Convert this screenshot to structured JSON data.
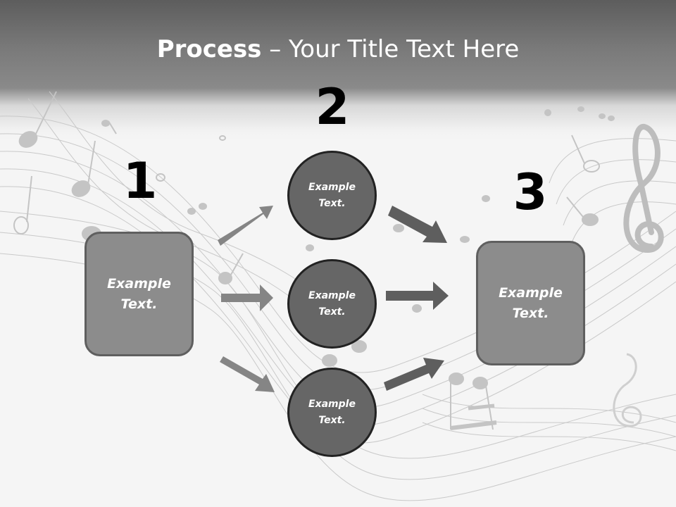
{
  "slide": {
    "title_bold": "Process",
    "title_rest": " – Your Title Text Here",
    "steps": [
      "1",
      "2",
      "3"
    ],
    "left_box": {
      "line1": "Example",
      "line2": "Text."
    },
    "circles": [
      {
        "line1": "Example",
        "line2": "Text."
      },
      {
        "line1": "Example",
        "line2": "Text."
      },
      {
        "line1": "Example",
        "line2": "Text."
      }
    ],
    "right_box": {
      "line1": "Example",
      "line2": "Text."
    }
  },
  "colors": {
    "header_dark": "#5d5d5d",
    "box_fill": "#8c8c8c",
    "circle_fill": "#666666",
    "arrow_light": "#858585",
    "arrow_dark": "#5e5e5e"
  },
  "icons": [
    "music-staff-lines",
    "music-note-icon",
    "treble-clef-icon",
    "arrow-icon"
  ]
}
